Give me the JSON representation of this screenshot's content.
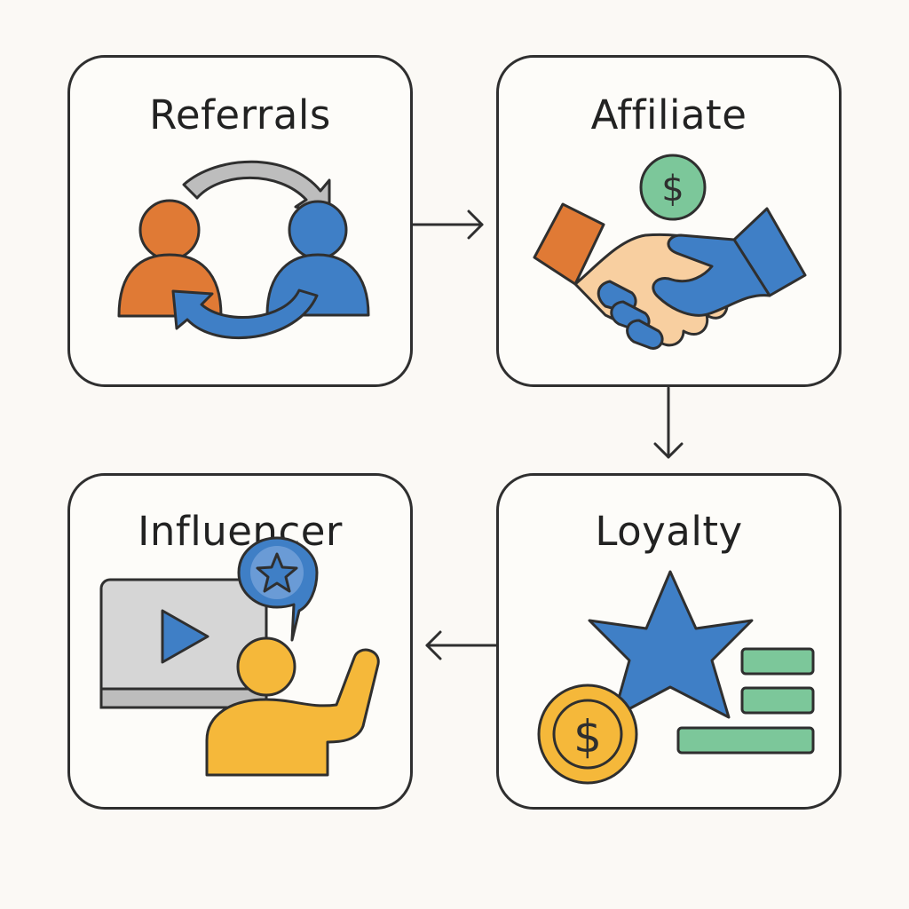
{
  "cards": {
    "referrals": {
      "title": "Referrals",
      "icon": "people-exchange-icon"
    },
    "affiliate": {
      "title": "Affiliate",
      "icon": "handshake-dollar-icon"
    },
    "loyalty": {
      "title": "Loyalty",
      "icon": "star-coin-bars-icon"
    },
    "influencer": {
      "title": "Influencer",
      "icon": "video-presenter-icon"
    }
  },
  "flow": [
    "Referrals",
    "Affiliate",
    "Loyalty",
    "Influencer"
  ],
  "colors": {
    "orange": "#e07a35",
    "blue": "#3f7fc6",
    "gray": "#bdbdbd",
    "green": "#7cc79a",
    "yellow": "#f5b83a",
    "skin": "#f8cfa0",
    "outline": "#2f2f2f"
  }
}
